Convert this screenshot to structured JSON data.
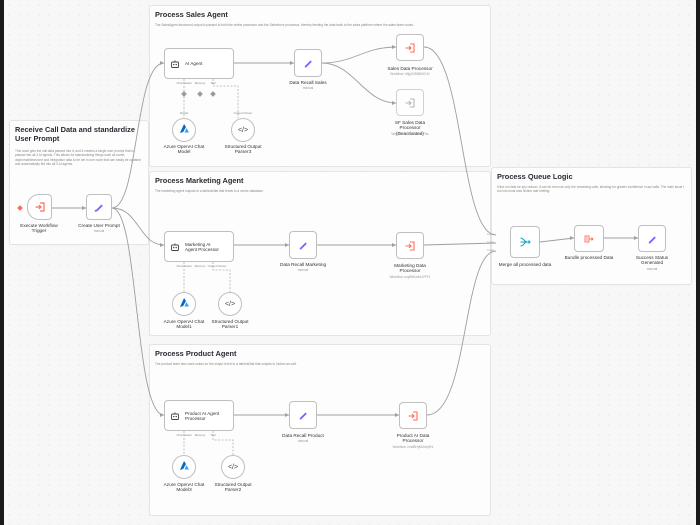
{
  "colors": {
    "trigger_accent": "#ff6d5a",
    "edit_icon": "#7b61ff",
    "azure_icon": "#0a66c2",
    "canvas_bg": "#f7f7f7"
  },
  "stickies": {
    "receive": {
      "title": "Receive Call Data and standardize User Prompt",
      "desc": "This node gets the call data passed into it, and it creates a single user prompt that is passed into all 3 AI agents. This allows for standardizing things such as name, dayformat/timezone and integration data to be set in one node that can easily be updated and automatically fed into all 3 AI agents."
    },
    "sales": {
      "title": "Process Sales Agent",
      "desc": "The SalesAgent structured output is passed to both the online processor and the Salesforce processor, thereby feeding the data back to the sales platform where the sales team works."
    },
    "marketing": {
      "title": "Process Marketing Agent",
      "desc": "The marketing agent outputs to a table/ai/flat that feeds to a vector database."
    },
    "product": {
      "title": "Process Product Agent",
      "desc": "The product team also uses notion so the output is fed to a table/ai/flat that outputs to Notion as well."
    },
    "queue": {
      "title": "Process Queue Logic",
      "desc": "If the run fails for any reason, it can be rerun as only the remaining calls, allowing for greater confidence in api calls. The main issue I run into most was Notion rate limiting."
    }
  },
  "nodes": {
    "execute_trigger": {
      "label": "Execute Workflow Trigger"
    },
    "create_prompt": {
      "label": "Create User Prompt",
      "sub": "manual"
    },
    "ai_agent": {
      "label": "AI Agent"
    },
    "sales_model": {
      "label": "Azure OpenAI Chat Model"
    },
    "sales_parser": {
      "label": "Structured Output Parser3"
    },
    "data_recall_sales": {
      "label": "Data Recall Sales",
      "sub": "manual"
    },
    "sales_processor": {
      "label": "Sales Data Processor",
      "sub": "Workflow: Mfg1GBB6HCHV"
    },
    "sf_processor": {
      "label": "SF Sales Data Processor (Deactivated)",
      "sub": "Workflow: 1Y09EXGDF3w"
    },
    "marketing_agent": {
      "label": "Marketing AI Agent Processor"
    },
    "marketing_model": {
      "label": "Azure OpenAI Chat Model1"
    },
    "marketing_parser": {
      "label": "Structured Output Parser1"
    },
    "data_recall_marketing": {
      "label": "Data Recall Marketing",
      "sub": "manual"
    },
    "marketing_processor": {
      "label": "Marketing Data Processor",
      "sub": "Workflow: uoyBb0w4dJVFF1"
    },
    "product_agent": {
      "label": "Product AI Agent Processor"
    },
    "product_model": {
      "label": "Azure OpenAI Chat Model3"
    },
    "product_parser": {
      "label": "Structured Output Parser2"
    },
    "data_recall_product": {
      "label": "Data Recall Product",
      "sub": "manual"
    },
    "product_processor": {
      "label": "Product AI Data Processor",
      "sub": "Workflow: cmdBHyfdXdqHHr"
    },
    "merge": {
      "label": "Merge all processed data"
    },
    "bundle": {
      "label": "Bundle processed Data"
    },
    "success": {
      "label": "Success Status Generated",
      "sub": "manual"
    }
  },
  "ports": {
    "chat_model": "Chat Model",
    "memory": "Memory",
    "tool": "Tool",
    "output_parser": "Output Parser",
    "input": "Input"
  }
}
